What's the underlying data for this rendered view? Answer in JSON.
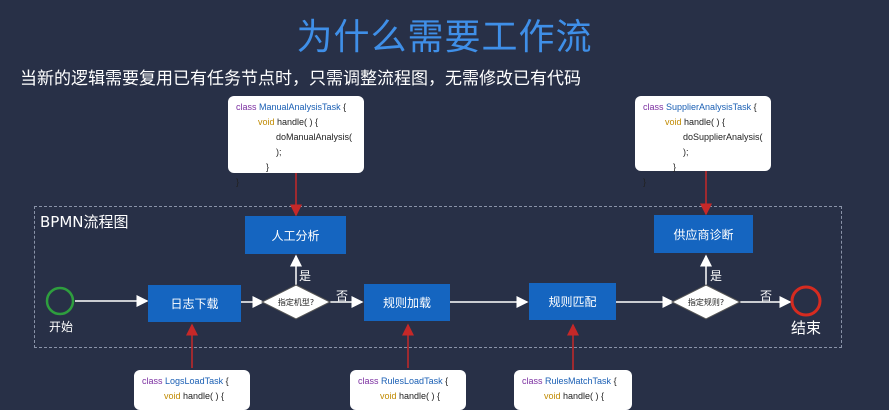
{
  "title": "为什么需要工作流",
  "subtitle": "当新的逻辑需要复用已有任务节点时，只需调整流程图，无需修改已有代码",
  "frame_label": "BPMN流程图",
  "nodes": {
    "start": "开始",
    "end": "结束",
    "log_load": "日志下载",
    "rule_load": "规则加载",
    "rule_match": "规则匹配",
    "manual_analysis": "人工分析",
    "supplier_diag": "供应商诊断",
    "decision1": "指定机型?",
    "decision2": "指定规则?"
  },
  "edges": {
    "yes1": "是",
    "no1": "否",
    "yes2": "是",
    "no2": "否"
  },
  "code": {
    "manual": {
      "kw": "class",
      "name": "ManualAnalysisTask",
      "open": "{",
      "void": "void",
      "method": "handle( ) {",
      "call": "doManualAnalysis( );",
      "inner_close": "}",
      "close": "}"
    },
    "supplier": {
      "kw": "class",
      "name": "SupplierAnalysisTask",
      "open": "{",
      "void": "void",
      "method": "handle( ) {",
      "call": "doSupplierAnalysis( );",
      "inner_close": "}",
      "close": "}"
    },
    "logs": {
      "kw": "class",
      "name": "LogsLoadTask",
      "open": "{",
      "void": "void",
      "method": "handle( ) {"
    },
    "rules": {
      "kw": "class",
      "name": "RulesLoadTask",
      "open": "{",
      "void": "void",
      "method": "handle( ) {"
    },
    "match": {
      "kw": "class",
      "name": "RulesMatchTask",
      "open": "{",
      "void": "void",
      "method": "handle( ) {"
    }
  },
  "colors": {
    "background": "#283047",
    "title": "#3f8fe8",
    "task_box": "#1565c0",
    "start_node": "#2e9e3e",
    "end_node": "#d62b20",
    "connector_red": "#c62828"
  }
}
